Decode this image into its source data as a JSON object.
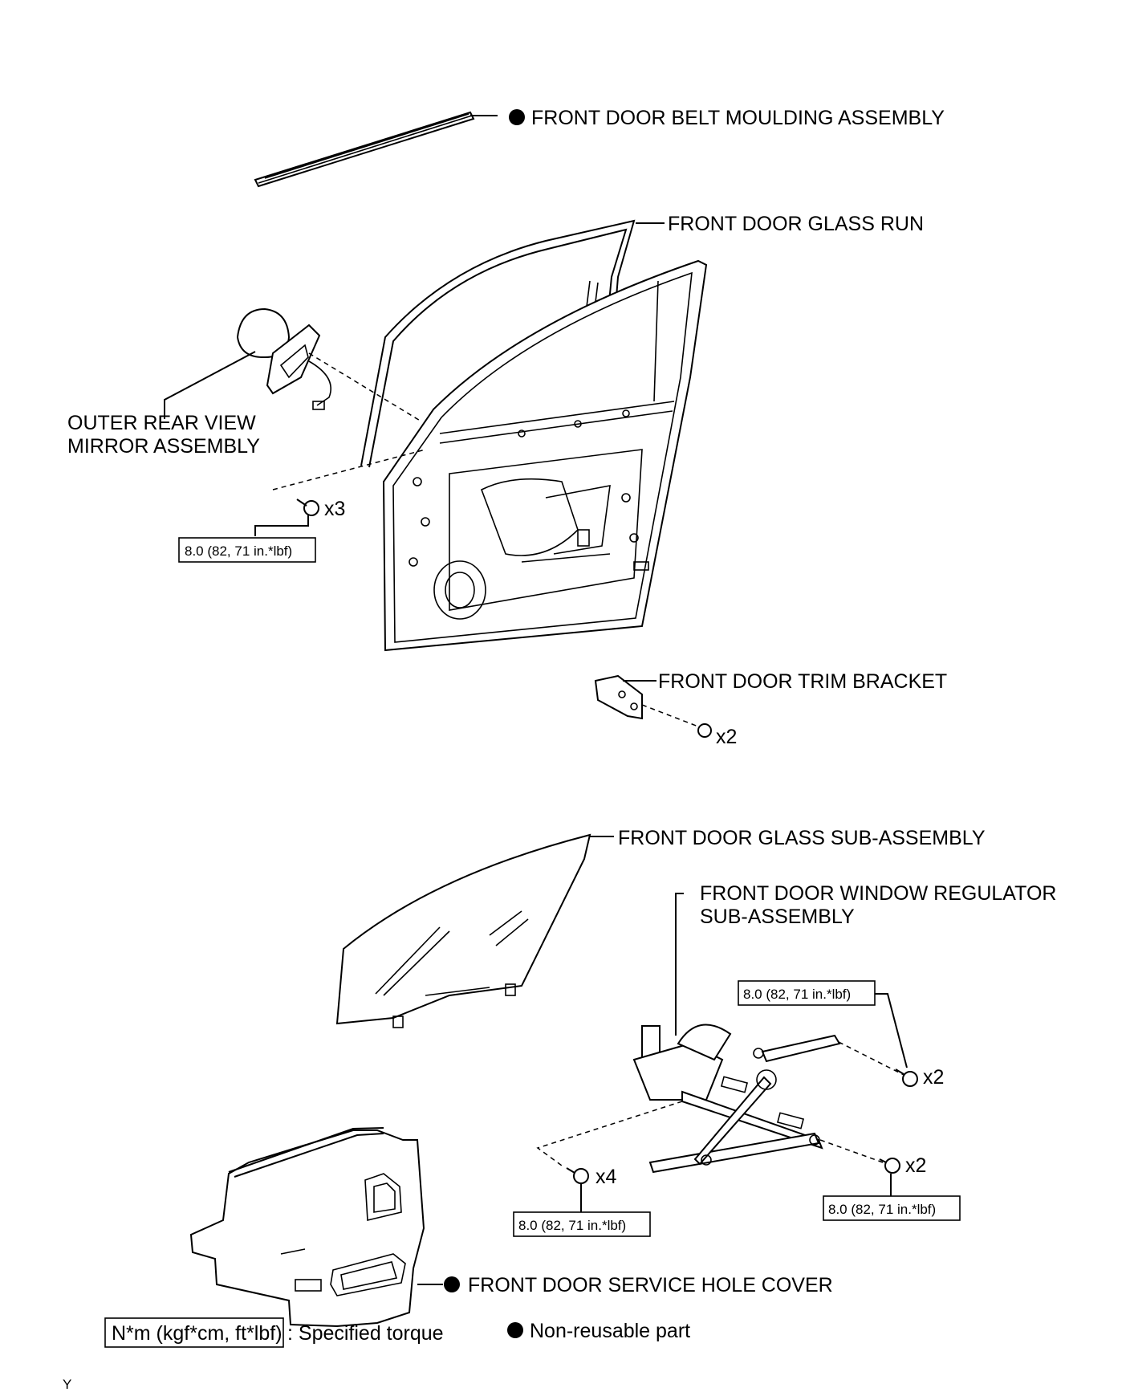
{
  "labels": {
    "belt_moulding": "FRONT DOOR BELT MOULDING ASSEMBLY",
    "glass_run": "FRONT DOOR GLASS RUN",
    "mirror_line1": "OUTER REAR VIEW",
    "mirror_line2": "MIRROR ASSEMBLY",
    "trim_bracket": "FRONT DOOR TRIM BRACKET",
    "glass_sub": "FRONT DOOR GLASS SUB-ASSEMBLY",
    "regulator_line1": "FRONT DOOR WINDOW REGULATOR",
    "regulator_line2": "SUB-ASSEMBLY",
    "service_cover": "FRONT DOOR SERVICE HOLE COVER"
  },
  "quantities": {
    "mirror_bolts": "x3",
    "bracket_screws": "x2",
    "regulator_top_bolts": "x2",
    "regulator_right_bolts": "x2",
    "regulator_left_bolts": "x4"
  },
  "torque": {
    "mirror": "8.0 (82, 71 in.*lbf)",
    "regulator_top": "8.0 (82, 71 in.*lbf)",
    "regulator_left": "8.0 (82, 71 in.*lbf)",
    "regulator_right": "8.0 (82, 71 in.*lbf)"
  },
  "legend": {
    "torque_unit": "N*m (kgf*cm, ft*lbf)",
    "torque_desc": ": Specified torque",
    "nonreusable_desc": "Non-reusable part"
  },
  "footer_code": "Y"
}
